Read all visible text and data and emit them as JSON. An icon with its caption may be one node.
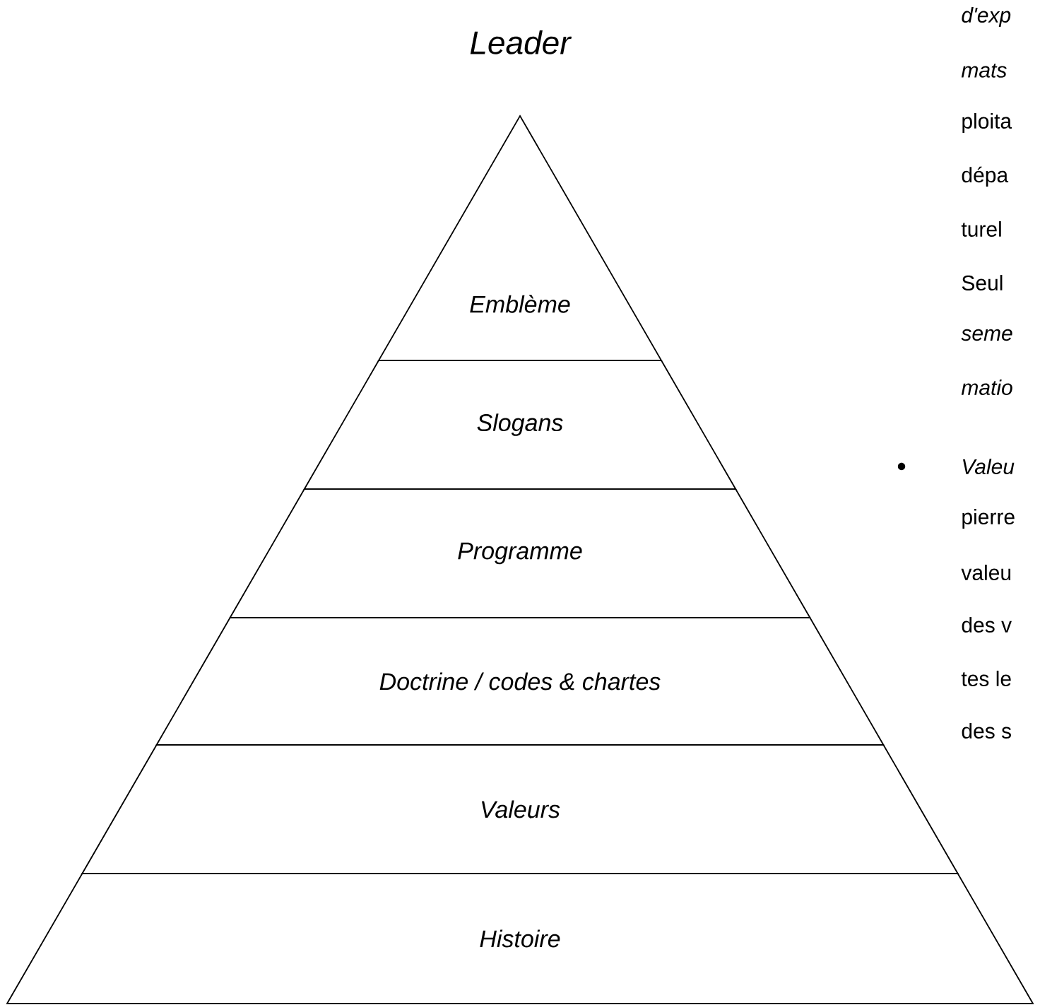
{
  "diagram": {
    "title": "Leader",
    "nodes": [
      {
        "text": [
          "Emblème"
        ]
      },
      {
        "text": [
          "Slogans"
        ]
      },
      {
        "text": [
          "Programme"
        ]
      },
      {
        "text": [
          "Doctrine / codes & chartes"
        ]
      },
      {
        "text": [
          "Valeurs"
        ]
      },
      {
        "text": [
          "Histoire"
        ]
      }
    ],
    "labels": [
      "d'exp",
      "mats",
      "ploita",
      "dépa",
      "turel",
      "Seul",
      "seme",
      "matio",
      "Valeu",
      "pierre",
      "valeu",
      "des v",
      "tes le",
      "des s"
    ]
  }
}
